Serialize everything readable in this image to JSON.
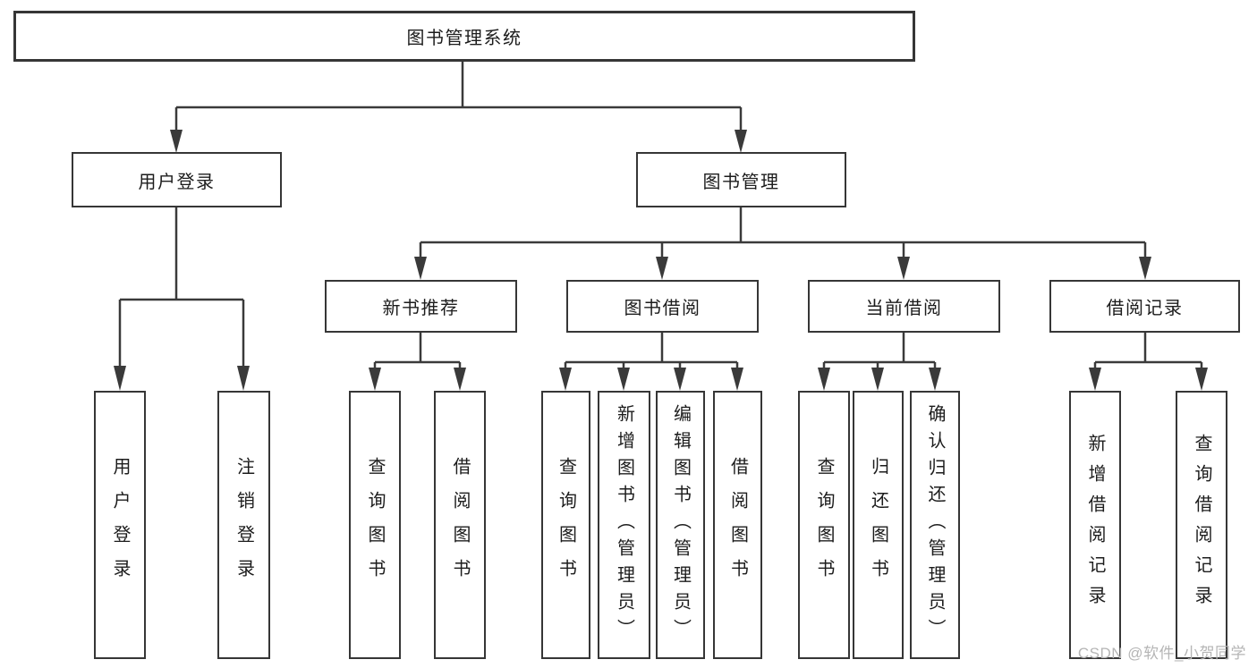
{
  "tree": {
    "label": "图书管理系统",
    "children": [
      {
        "label": "用户登录",
        "children": [
          {
            "label": "用户登录"
          },
          {
            "label": "注销登录"
          }
        ]
      },
      {
        "label": "图书管理",
        "children": [
          {
            "label": "新书推荐",
            "children": [
              {
                "label": "查询图书"
              },
              {
                "label": "借阅图书"
              }
            ]
          },
          {
            "label": "图书借阅",
            "children": [
              {
                "label": "查询图书"
              },
              {
                "label": "新增图书（管理员）"
              },
              {
                "label": "编辑图书（管理员）"
              },
              {
                "label": "借阅图书"
              }
            ]
          },
          {
            "label": "当前借阅",
            "children": [
              {
                "label": "查询图书"
              },
              {
                "label": "归还图书"
              },
              {
                "label": "确认归还（管理员）"
              }
            ]
          },
          {
            "label": "借阅记录",
            "children": [
              {
                "label": "新增借阅记录"
              },
              {
                "label": "查询借阅记录"
              }
            ]
          }
        ]
      }
    ]
  },
  "watermark": {
    "text": "CSDN @软件_小贺同学"
  },
  "colors": {
    "background": "#ffffff",
    "line": "#3a3a3a",
    "box_border": "#363636",
    "text": "#1c1c1c",
    "watermark": "#b5b5b5"
  }
}
